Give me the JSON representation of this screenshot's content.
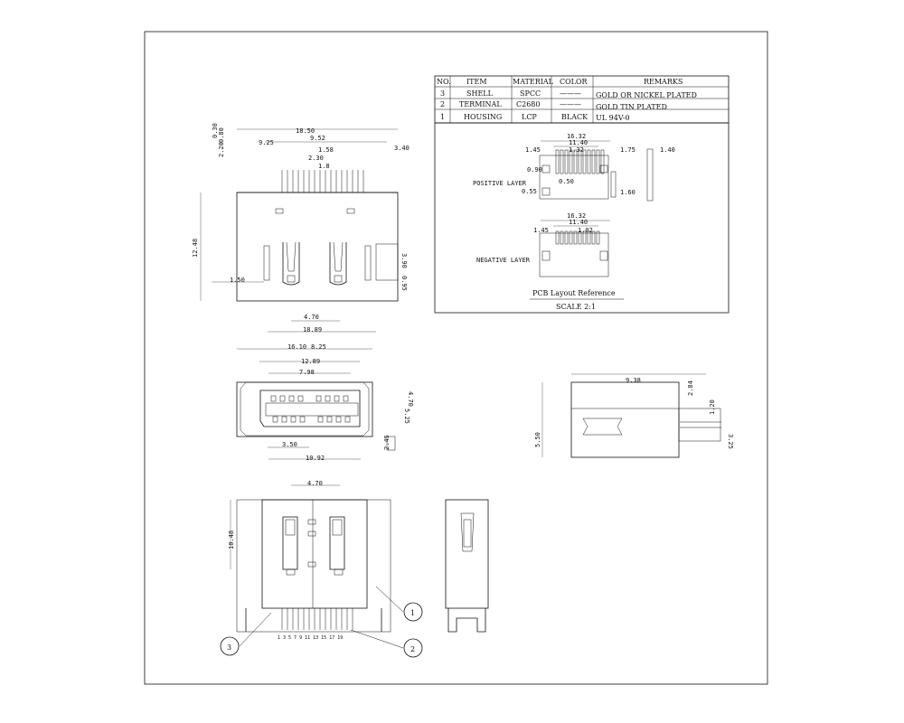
{
  "bom": {
    "headers": [
      "NO.",
      "ITEM",
      "MATERIAL",
      "COLOR",
      "REMARKS"
    ],
    "rows": [
      {
        "no": "3",
        "item": "SHELL",
        "material": "SPCC",
        "color": "———",
        "remarks": "GOLD OR NICKEL PLATED"
      },
      {
        "no": "2",
        "item": "TERMINAL",
        "material": "C2680",
        "color": "———",
        "remarks": "GOLD TIN PLATED"
      },
      {
        "no": "1",
        "item": "HOUSING",
        "material": "LCP",
        "color": "BLACK",
        "remarks": "UL 94V-0"
      }
    ]
  },
  "pcb": {
    "positive_label": "POSITIVE LAYER",
    "negative_label": "NEGATIVE LAYER",
    "title": "PCB Layout Reference",
    "scale": "SCALE 2:1",
    "dims_pos": [
      "16.32",
      "11.40",
      "1.32",
      "1.45",
      "1.75",
      "1.40",
      "0.90",
      "0.50",
      "0.55",
      "1.60"
    ],
    "dims_neg": [
      "16.32",
      "11.40",
      "1.45",
      "1.02"
    ]
  },
  "top_view": {
    "dims": [
      "18.50",
      "9.52",
      "2.20",
      "0.80",
      "0.30",
      "1.58",
      "9.25",
      "2.30",
      "1.8",
      "3.40",
      "12.48",
      "4.70",
      "18.89",
      "1.50",
      "3.90",
      "0.95"
    ]
  },
  "front_view": {
    "dims": [
      "16.10",
      "8.25",
      "12.89",
      "7.98",
      "4.70",
      "5.25",
      "2.45",
      "3.50",
      "10.92"
    ]
  },
  "side_view": {
    "dims": [
      "9.38",
      "2.84",
      "1.20",
      "5.50",
      "3.25"
    ]
  },
  "bottom_view": {
    "dims": [
      "4.70",
      "10.48"
    ],
    "pin_numbers": "1 3 5 7 9 11 13 15 17 19",
    "callouts": [
      "1",
      "2",
      "3"
    ]
  }
}
